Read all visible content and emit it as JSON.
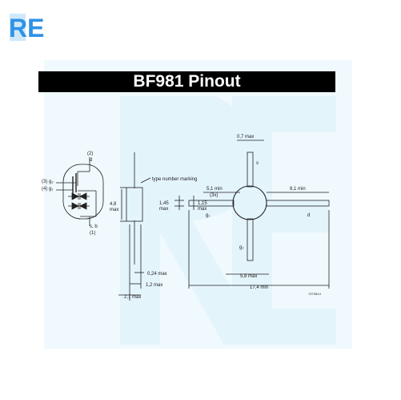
{
  "header": {
    "title": "BF981 Pinout"
  },
  "logo": {
    "letters": "RE",
    "color": "#2f93e6",
    "accent": "#9fd3f5"
  },
  "watermark": {
    "color": "#e4f4fb"
  },
  "labels": {
    "p2": "(2)",
    "d_top": "d",
    "p3g2": "(3) g₂",
    "p4g1": "(4) g₁",
    "sb": "s, b",
    "p1": "(1)",
    "type_marking": "type number marking",
    "d48": "4,8",
    "max_48": "max",
    "d145": "1,45",
    "max_145": "max",
    "d115": "1,15",
    "max_115": "max",
    "d024": "0,24 max",
    "d12": "1,2 max",
    "d27": "2,7 max",
    "d07": "0,7 max",
    "d51": "5,1 min",
    "x3": "(3x)",
    "d81": "8,1 min",
    "s_pin": "s",
    "g1_pin": "g₁",
    "d_pin": "d",
    "g2_pin": "g₂",
    "d58": "5,8 max",
    "d174": "17,4 min",
    "code": "7Z79814"
  }
}
